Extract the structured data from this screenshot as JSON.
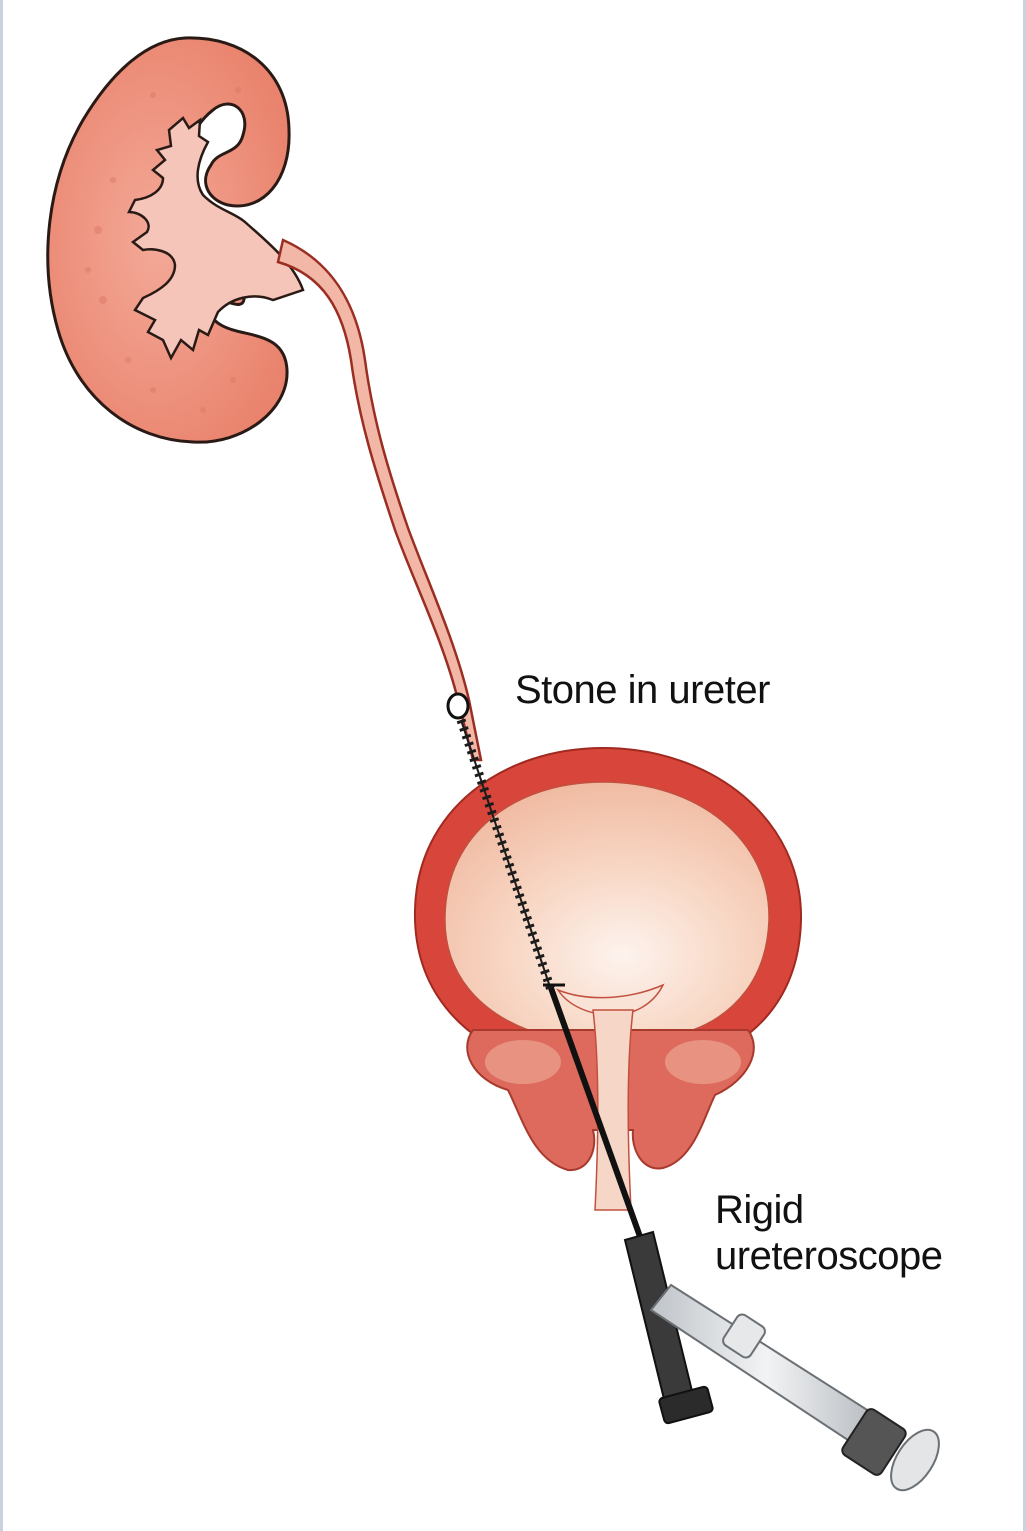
{
  "labels": {
    "stone": "Stone in ureter",
    "scope_line1": "Rigid",
    "scope_line2": "ureteroscope"
  },
  "icons": {
    "kidney": "kidney-icon",
    "ureter": "ureter-icon",
    "stone": "stone-icon",
    "bladder": "bladder-icon",
    "prostate": "prostate-icon",
    "urethra": "urethra-icon",
    "ureteroscope": "ureteroscope-icon"
  },
  "colors": {
    "kidney_fill": "#ec8f7a",
    "kidney_outline": "#2a1a16",
    "pelvis_fill": "#f5c5b9",
    "ureter_fill": "#f3b7a7",
    "bladder_wall": "#d8453a",
    "bladder_inner": "#f6cdb6",
    "prostate": "#dd6a5c",
    "scope_dark": "#222222",
    "scope_light": "#dadde0"
  }
}
